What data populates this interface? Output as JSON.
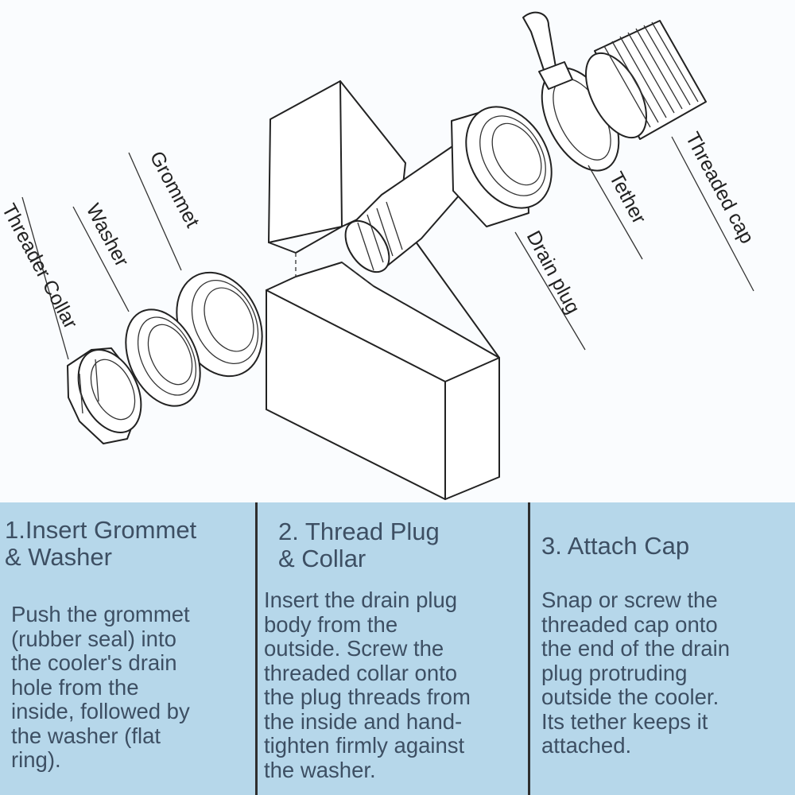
{
  "labels": {
    "threader_collar": "Threader Collar",
    "washer": "Washer",
    "grommet": "Grommet",
    "drain_plug": "Drain plug",
    "tether": "Tether",
    "threaded_cap": "Threaded cap"
  },
  "steps": [
    {
      "title": "1.Insert Grommet\n & Washer",
      "text": "Push the grommet\n(rubber seal) into\nthe cooler's drain\nhole from the\ninside, followed by\nthe washer (flat\nring)."
    },
    {
      "title": "2. Thread Plug\n& Collar",
      "text": "Insert the drain plug\nbody from the\noutside. Screw the\nthreaded collar onto\nthe plug threads from\nthe inside and hand-\ntighten firmly against\nthe washer."
    },
    {
      "title": "3. Attach Cap",
      "text": "Snap or screw the\nthreaded cap onto\nthe end of the drain\nplug protruding\noutside the cooler.\nIts tether keeps it\nattached."
    }
  ],
  "colors": {
    "panel_bg": "#b6d7ea",
    "text": "#3d4f63",
    "line": "#222222"
  }
}
